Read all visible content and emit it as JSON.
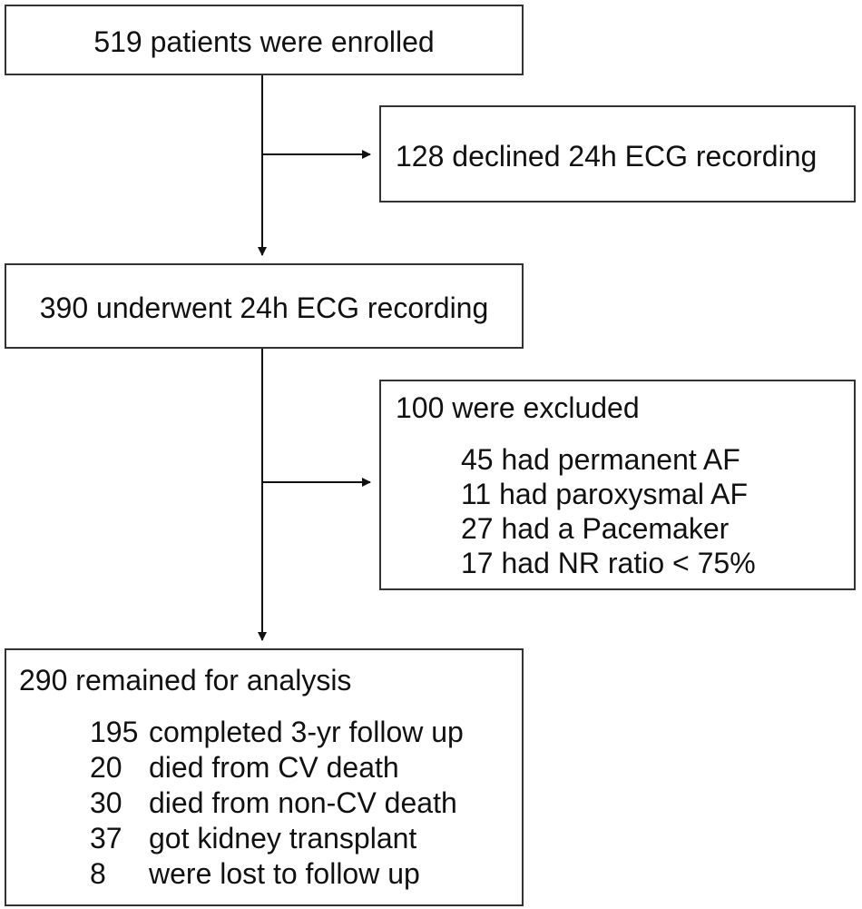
{
  "enrolled": "519 patients were enrolled",
  "declined": "128 declined 24h ECG recording",
  "underwent": "390 underwent 24h ECG recording",
  "excluded": {
    "title": "100 were excluded",
    "items": [
      "45 had permanent AF",
      "11 had paroxysmal AF",
      "27 had a Pacemaker",
      "17 had NR ratio < 75%"
    ]
  },
  "remained": {
    "title": "290 remained for analysis",
    "items": [
      {
        "count": "195",
        "label": "completed 3-yr follow up"
      },
      {
        "count": "20",
        "label": "died from CV death"
      },
      {
        "count": "30",
        "label": "died from non-CV death"
      },
      {
        "count": "37",
        "label": "got kidney transplant"
      },
      {
        "count": "8",
        "label": "were lost to follow up"
      }
    ]
  }
}
